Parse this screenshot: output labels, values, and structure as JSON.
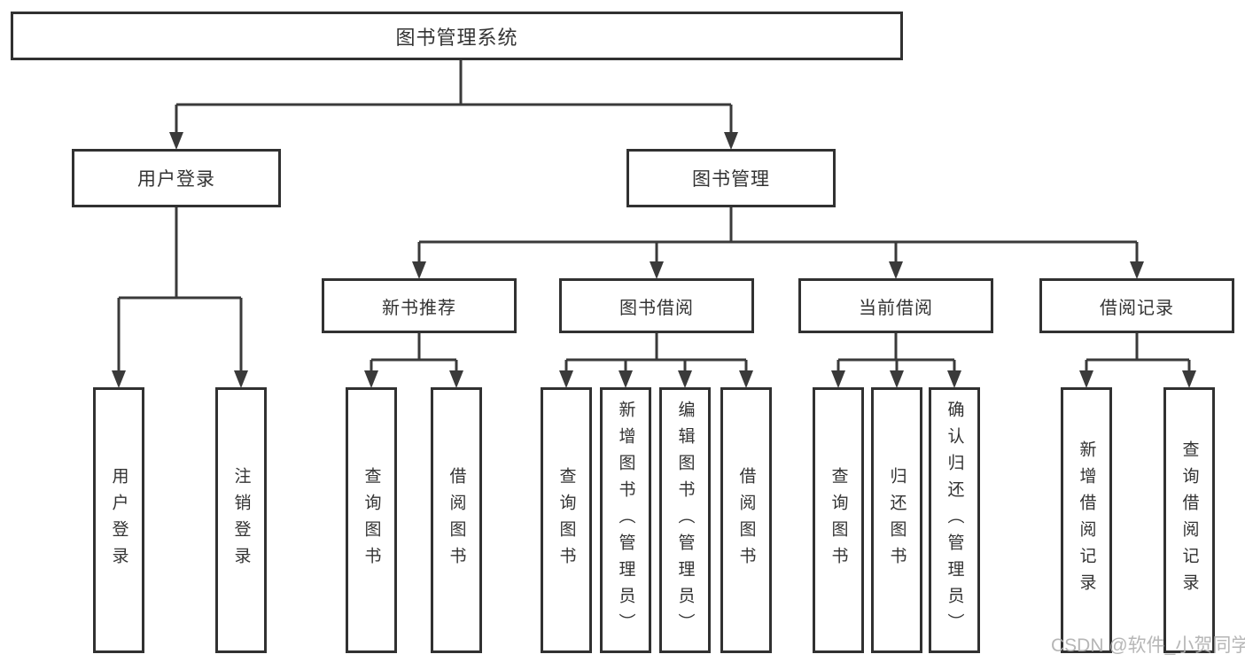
{
  "diagram": {
    "title_node": "图书管理系统",
    "root": {
      "label": "图书管理系统"
    },
    "level2": [
      {
        "label": "用户登录"
      },
      {
        "label": "图书管理"
      }
    ],
    "level3": [
      {
        "label": "新书推荐"
      },
      {
        "label": "图书借阅"
      },
      {
        "label": "当前借阅"
      },
      {
        "label": "借阅记录"
      }
    ],
    "leaves": {
      "user_login": [
        "用户登录",
        "注销登录"
      ],
      "new_book_rec": [
        "查询图书",
        "借阅图书"
      ],
      "book_borrow": [
        "查询图书",
        "新增图书（管理员）",
        "编辑图书（管理员）",
        "借阅图书"
      ],
      "current_borrow": [
        "查询图书",
        "归还图书",
        "确认归还（管理员）"
      ],
      "borrow_records": [
        "新增借阅记录",
        "查询借阅记录"
      ]
    }
  },
  "watermark": {
    "text": "CSDN @软件_小贺同学"
  },
  "colors": {
    "line": "#3a3a3a",
    "box_border": "#313131",
    "text": "#333333",
    "watermark": "#b0b0b0",
    "background": "#ffffff"
  }
}
